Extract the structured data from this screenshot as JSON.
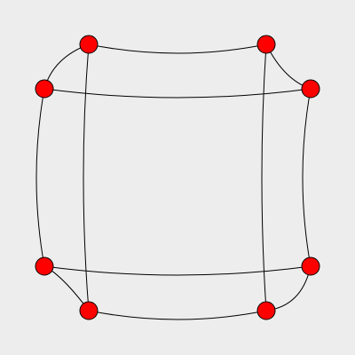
{
  "graph": {
    "background_color": "#ededed",
    "node_color": "#ff0000",
    "node_stroke_color": "#000000",
    "edge_color": "#000000",
    "node_count": 8,
    "edge_count": 12,
    "nodes": [
      {
        "id": "n1"
      },
      {
        "id": "n2"
      },
      {
        "id": "n3"
      },
      {
        "id": "n4"
      },
      {
        "id": "n5"
      },
      {
        "id": "n6"
      },
      {
        "id": "n7"
      },
      {
        "id": "n8"
      }
    ],
    "edges": [
      {
        "from": "n1",
        "to": "n2"
      },
      {
        "from": "n1",
        "to": "n3"
      },
      {
        "from": "n1",
        "to": "n5"
      },
      {
        "from": "n2",
        "to": "n4"
      },
      {
        "from": "n2",
        "to": "n8"
      },
      {
        "from": "n3",
        "to": "n4"
      },
      {
        "from": "n3",
        "to": "n7"
      },
      {
        "from": "n4",
        "to": "n6"
      },
      {
        "from": "n5",
        "to": "n6"
      },
      {
        "from": "n5",
        "to": "n7"
      },
      {
        "from": "n6",
        "to": "n8"
      },
      {
        "from": "n7",
        "to": "n8"
      }
    ]
  }
}
